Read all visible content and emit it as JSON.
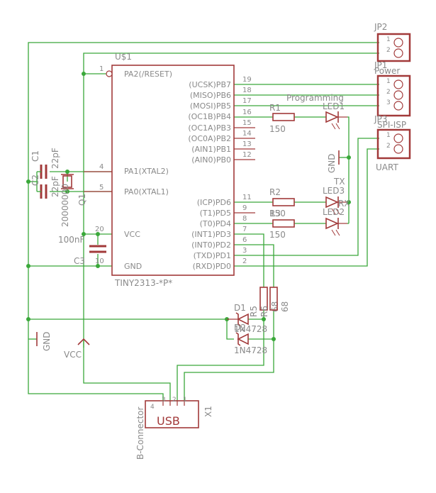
{
  "colors": {
    "wire": "#3aa83a",
    "part": "#a23a3a",
    "label": "#808080",
    "junction": "#3aa83a",
    "background": "#ffffff"
  },
  "mcu": {
    "name": "U$1",
    "value": "TINY2313-*P*",
    "left_pins": [
      {
        "num": "1",
        "label": "PA2(/RESET)"
      },
      {
        "num": "4",
        "label": "PA1(XTAL2)"
      },
      {
        "num": "5",
        "label": "PA0(XTAL1)"
      },
      {
        "num": "20",
        "label": "VCC"
      },
      {
        "num": "10",
        "label": "GND"
      }
    ],
    "right_pins": [
      {
        "num": "19",
        "label": "(UCSK)PB7"
      },
      {
        "num": "18",
        "label": "(MISO)PB6"
      },
      {
        "num": "17",
        "label": "(MOSI)PB5"
      },
      {
        "num": "16",
        "label": "(OC1B)PB4"
      },
      {
        "num": "15",
        "label": "(OC1A)PB3"
      },
      {
        "num": "14",
        "label": "(OC0A)PB2"
      },
      {
        "num": "13",
        "label": "(AIN1)PB1"
      },
      {
        "num": "12",
        "label": "(AIN0)PB0"
      },
      {
        "num": "11",
        "label": "(ICP)PD6"
      },
      {
        "num": "9",
        "label": "(T1)PD5"
      },
      {
        "num": "8",
        "label": "(T0)PD4"
      },
      {
        "num": "7",
        "label": "(INT1)PD3"
      },
      {
        "num": "6",
        "label": "(INT0)PD2"
      },
      {
        "num": "3",
        "label": "(TXD)PD1"
      },
      {
        "num": "2",
        "label": "(RXD)PD0"
      }
    ]
  },
  "connectors": {
    "jp2": {
      "name": "JP2",
      "pins": [
        "1",
        "2"
      ]
    },
    "jp1": {
      "name": "JP1",
      "value": "Power",
      "pins": [
        "1",
        "2",
        "3"
      ]
    },
    "jp3": {
      "name": "JP3",
      "value": "SPI-ISP",
      "pins": [
        "1",
        "2"
      ],
      "bottom_label": "UART"
    },
    "programming_label": "Programming"
  },
  "passives": {
    "c1": {
      "name": "C1",
      "value": "22pF"
    },
    "c2": {
      "name": "C2",
      "value": "22pF"
    },
    "q1": {
      "name": "Q1",
      "value": "20000000"
    },
    "c3": {
      "name": "C3",
      "value": "100nF"
    },
    "r1": {
      "name": "R1",
      "value": "150"
    },
    "r2": {
      "name": "R2",
      "value": "150"
    },
    "r3": {
      "name": "R3",
      "value": "150"
    },
    "r5": {
      "name": "R5",
      "value": "68"
    },
    "r6": {
      "name": "R6",
      "value": "68"
    },
    "led1": {
      "name": "LED1"
    },
    "led2": {
      "name": "LED2",
      "signal": "RX"
    },
    "led3": {
      "name": "LED3",
      "signal": "TX"
    },
    "d1": {
      "name": "D1",
      "value": "1N4728"
    },
    "d2": {
      "name": "D2",
      "value": "1N4728"
    }
  },
  "supplies": {
    "gnd_left": "GND",
    "gnd_right": "GND",
    "vcc": "VCC"
  },
  "usb": {
    "name": "X1",
    "label": "USB",
    "value": "B-Connector",
    "pins": [
      "4",
      "3",
      "2",
      "1"
    ]
  }
}
